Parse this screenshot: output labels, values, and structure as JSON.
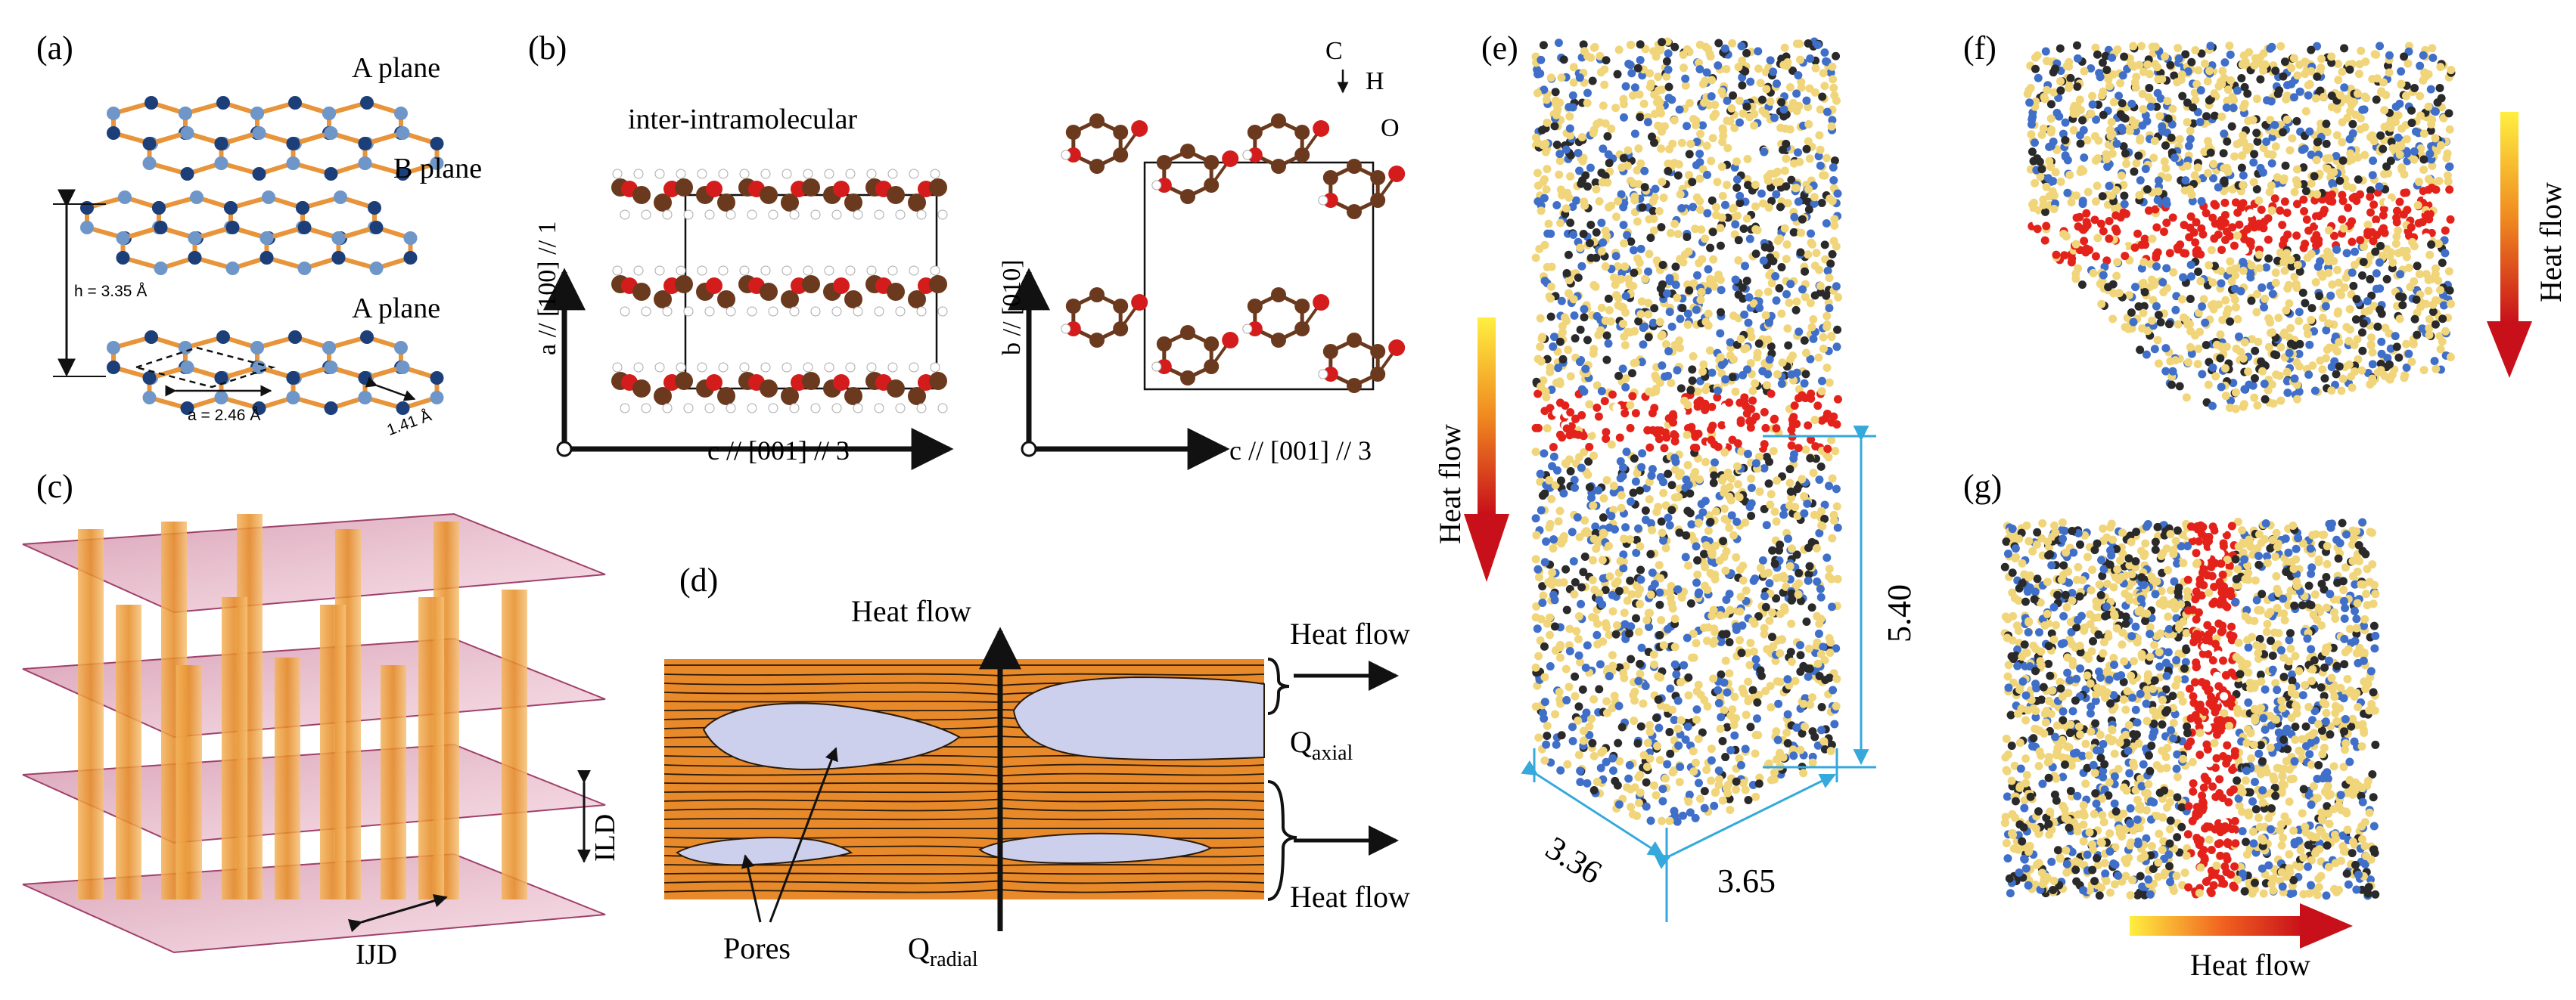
{
  "panels": {
    "a": {
      "label": "(a)",
      "plane_top": "A plane",
      "plane_mid": "B plane",
      "plane_bot": "A plane",
      "h": "h = 3.35 Å",
      "a": "a = 2.46 Å",
      "bond": "1.41 Å"
    },
    "b": {
      "label": "(b)",
      "title": "inter-intramolecular",
      "left_y_axis": "a // [100] // 1",
      "left_x_axis": "c // [001] // 3",
      "right_y_axis": "b // [010]",
      "right_x_axis": "c // [001] // 3",
      "atom_c": "C",
      "atom_h": "H",
      "atom_o": "O"
    },
    "c": {
      "label": "(c)",
      "ild": "ILD",
      "ijd": "IJD"
    },
    "d": {
      "label": "(d)",
      "heat_flow_vertical": "Heat flow",
      "heat_flow_top": "Heat flow",
      "heat_flow_bottom": "Heat flow",
      "q_axial": "Q",
      "q_axial_sub": "axial",
      "q_radial": "Q",
      "q_radial_sub": "radial",
      "pores": "Pores"
    },
    "e": {
      "label": "(e)",
      "heat_flow": "Heat flow",
      "dim_height": "5.40",
      "dim_left": "3.36",
      "dim_right": "3.65"
    },
    "f": {
      "label": "(f)",
      "heat_flow": "Heat flow"
    },
    "g": {
      "label": "(g)",
      "heat_flow": "Heat flow"
    }
  },
  "colors": {
    "graphene_bond": "#e8943a",
    "atom_dark": "#1c3f7a",
    "atom_light": "#6f96c8",
    "cellulose_carbon": "#6b3a1e",
    "cellulose_oxygen": "#d41c1c",
    "wood_fill": "#e88a2a",
    "pore_fill": "#cdd0ec",
    "dimension_line": "#35a9db",
    "md_yellow": "#f1d57a",
    "md_blue": "#3f6fc9",
    "md_black": "#2a2a2a",
    "md_red": "#e3231b"
  }
}
